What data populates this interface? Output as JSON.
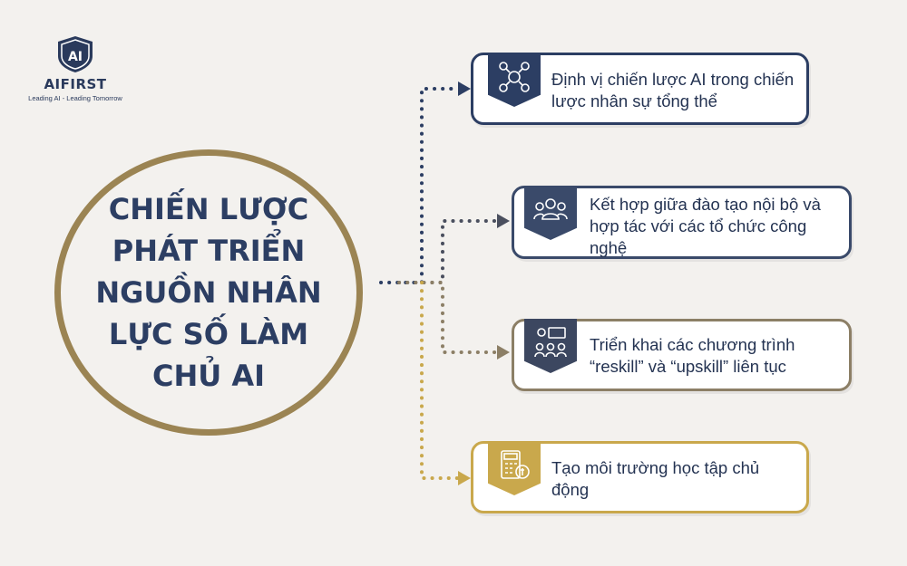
{
  "logo": {
    "name": "AIFIRST",
    "mark_text": "AI",
    "tagline": "Leading AI - Leading Tomorrow"
  },
  "center": {
    "title": "CHIẾN LƯỢC PHÁT TRIỂN NGUỒN NHÂN LỰC SỐ LÀM CHỦ AI"
  },
  "branches": [
    {
      "text": "Định vị chiến lược AI trong chiến lược nhân sự tổng thể",
      "icon": "network-people-icon",
      "color": "#2c3e63"
    },
    {
      "text": "Kết hợp giữa đào tạo nội bộ và hợp tác với các tổ chức công nghệ",
      "icon": "team-group-icon",
      "color": "#3a4a6a"
    },
    {
      "text": "Triển khai các chương trình “reskill” và “upskill” liên tục",
      "icon": "training-class-icon",
      "color": "#8c7f66"
    },
    {
      "text": "Tạo môi trường học tập chủ động",
      "icon": "calculator-finance-icon",
      "color": "#c9a84c"
    }
  ]
}
